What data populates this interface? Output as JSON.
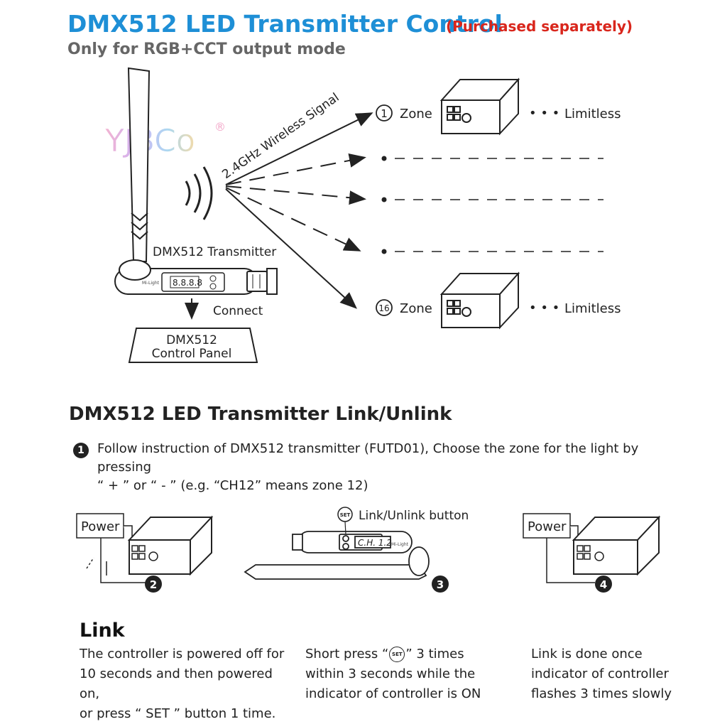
{
  "header": {
    "title": "DMX512 LED Transmitter Control",
    "purchased": "(Purchased separately)",
    "subtitle": "Only for RGB+CCT output mode"
  },
  "watermark": {
    "text": "YJBCo",
    "registered": "®"
  },
  "diagram": {
    "signal_label": "2.4GHz Wireless Signal",
    "transmitter_label": "DMX512 Transmitter",
    "transmitter_display": "8.8.8.8",
    "transmitter_brand": "Mi-Light",
    "connect_label": "Connect",
    "panel_line1": "DMX512",
    "panel_line2": "Control Panel",
    "zone1_number": "1",
    "zone16_number": "16",
    "zone_word": "Zone",
    "limitless": "Limitless",
    "dots": "• • •",
    "bullet": "•"
  },
  "section": {
    "title": "DMX512 LED Transmitter Link/Unlink",
    "step1_number": "1",
    "step1_line1": "Follow instruction of DMX512 transmitter (FUTD01), Choose the zone for the light by pressing",
    "step1_line2": "“ + ” or “ - ”  (e.g. “CH12” means zone 12)"
  },
  "steps": {
    "power_label": "Power",
    "set_label": "SET",
    "link_button_label": "Link/Unlink button",
    "display_text": "C.H. 1.2",
    "brand": "Mi-Light",
    "n2": "2",
    "n3": "3",
    "n4": "4"
  },
  "link": {
    "title": "Link",
    "col1": [
      "The controller is powered off for",
      "10 seconds and then powered on,",
      "or press “ SET ” button 1 time."
    ],
    "col2_line1_a": "Short press “",
    "col2_line1_b": "” 3 times",
    "col2_line2": "within 3 seconds while the",
    "col2_line3": "indicator of controller is ON",
    "col3": [
      "Link is done once",
      "indicator of controller",
      "flashes 3 times slowly"
    ]
  }
}
